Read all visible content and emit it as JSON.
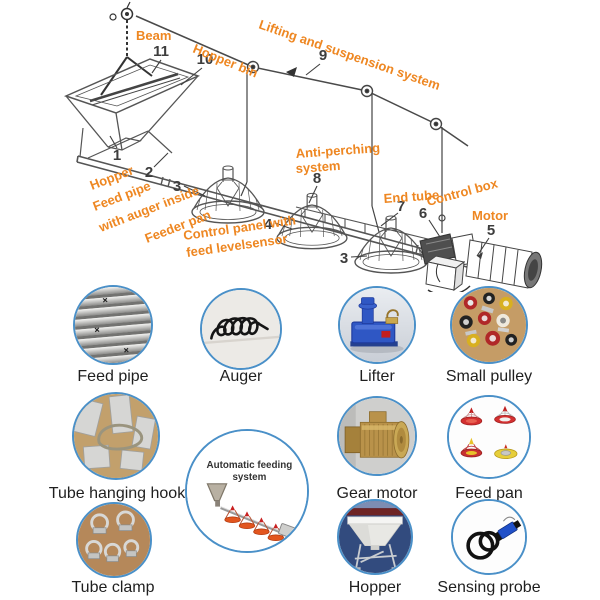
{
  "colors": {
    "accent_orange": "#EE8722",
    "number_gray": "#3D3D3D",
    "circle_border_blue": "#4A90C8"
  },
  "diagram": {
    "callouts": {
      "beam": "Beam",
      "hopper_bin": "Hopper bin",
      "lifting": "Lifting and suspension system",
      "hopper": "Hopper",
      "feed_pipe_l1": "Feed pipe",
      "feed_pipe_l2": "with auger inside",
      "feeder_pan": "Feeder pan",
      "control_panel_l1": "Control panel with",
      "control_panel_l2": "feed levelsensor",
      "anti_perching_l1": "Anti-perching",
      "anti_perching_l2": "system",
      "end_tube": "End tube",
      "control_box": "Control box",
      "motor": "Motor"
    },
    "numbers": {
      "n1": "1",
      "n2": "2",
      "n3": "3",
      "n3b": "3",
      "n4": "4",
      "n5": "5",
      "n6": "6",
      "n7": "7",
      "n8": "8",
      "n9": "9",
      "n10": "10",
      "n11": "11"
    }
  },
  "parts": {
    "items": [
      {
        "key": "feed-pipe",
        "label": "Feed pipe"
      },
      {
        "key": "auger",
        "label": "Auger"
      },
      {
        "key": "lifter",
        "label": "Lifter"
      },
      {
        "key": "small-pulley",
        "label": "Small pulley"
      },
      {
        "key": "tube-hanging-hook",
        "label": "Tube hanging hook"
      },
      {
        "key": "gear-motor",
        "label": "Gear motor"
      },
      {
        "key": "feed-pan",
        "label": "Feed pan"
      },
      {
        "key": "tube-clamp",
        "label": "Tube clamp"
      },
      {
        "key": "hopper",
        "label": "Hopper"
      },
      {
        "key": "sensing-probe",
        "label": "Sensing probe"
      }
    ],
    "center_circle": {
      "line1": "Automatic feeding",
      "line2": "system"
    }
  }
}
